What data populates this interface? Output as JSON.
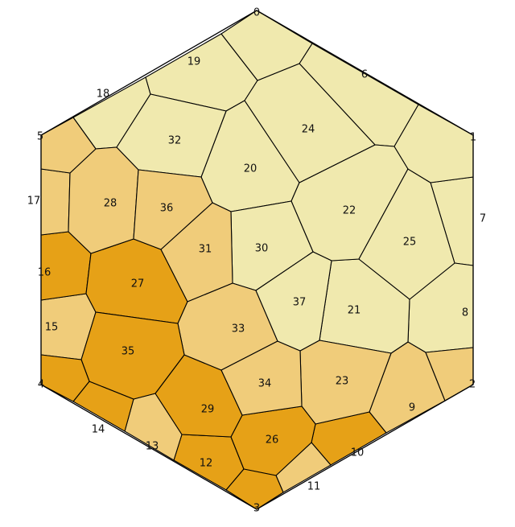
{
  "colors": {
    "light": "#f0e9ae",
    "medium": "#f0cc7a",
    "dark": "#e6a117",
    "edge": "#000000"
  },
  "diagram": {
    "corner_labels": [
      "0",
      "1",
      "2",
      "3",
      "4",
      "5",
      "6",
      "7",
      "8",
      "9",
      "10",
      "11",
      "12",
      "13",
      "14",
      "15",
      "16",
      "17",
      "18",
      "19"
    ],
    "cells": [
      {
        "id": "6",
        "tone": "light"
      },
      {
        "id": "7",
        "tone": "light"
      },
      {
        "id": "8",
        "tone": "light"
      },
      {
        "id": "9",
        "tone": "medium"
      },
      {
        "id": "10",
        "tone": "dark"
      },
      {
        "id": "11",
        "tone": "medium"
      },
      {
        "id": "12",
        "tone": "dark"
      },
      {
        "id": "13",
        "tone": "medium"
      },
      {
        "id": "14",
        "tone": "dark"
      },
      {
        "id": "15",
        "tone": "medium"
      },
      {
        "id": "16",
        "tone": "dark"
      },
      {
        "id": "17",
        "tone": "medium"
      },
      {
        "id": "18",
        "tone": "light"
      },
      {
        "id": "19",
        "tone": "light"
      },
      {
        "id": "20",
        "tone": "light"
      },
      {
        "id": "21",
        "tone": "light"
      },
      {
        "id": "22",
        "tone": "light"
      },
      {
        "id": "23",
        "tone": "medium"
      },
      {
        "id": "24",
        "tone": "light"
      },
      {
        "id": "25",
        "tone": "light"
      },
      {
        "id": "26",
        "tone": "dark"
      },
      {
        "id": "27",
        "tone": "dark"
      },
      {
        "id": "28",
        "tone": "medium"
      },
      {
        "id": "29",
        "tone": "dark"
      },
      {
        "id": "30",
        "tone": "light"
      },
      {
        "id": "31",
        "tone": "medium"
      },
      {
        "id": "32",
        "tone": "light"
      },
      {
        "id": "33",
        "tone": "medium"
      },
      {
        "id": "34",
        "tone": "medium"
      },
      {
        "id": "35",
        "tone": "dark"
      },
      {
        "id": "36",
        "tone": "medium"
      },
      {
        "id": "37",
        "tone": "light"
      },
      {
        "id": "c1",
        "tone": "light"
      },
      {
        "id": "c2",
        "tone": "medium"
      },
      {
        "id": "c3",
        "tone": "dark"
      },
      {
        "id": "c4",
        "tone": "dark"
      },
      {
        "id": "c5",
        "tone": "medium"
      },
      {
        "id": "c0",
        "tone": "light"
      }
    ]
  }
}
